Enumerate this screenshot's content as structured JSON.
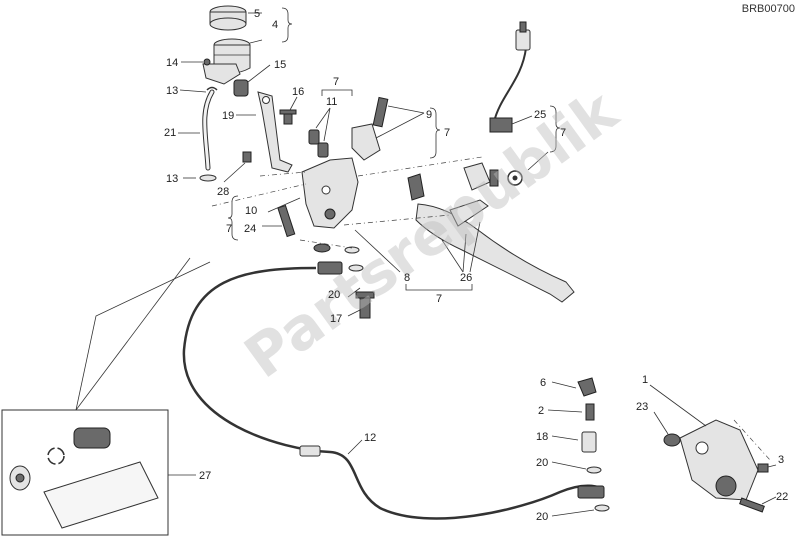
{
  "diagram": {
    "code": "BRB00700",
    "watermark": "Partsrepublik",
    "labels": [
      {
        "id": "lbl-5",
        "text": "5"
      },
      {
        "id": "lbl-4",
        "text": "4"
      },
      {
        "id": "lbl-14",
        "text": "14"
      },
      {
        "id": "lbl-15",
        "text": "15"
      },
      {
        "id": "lbl-13a",
        "text": "13"
      },
      {
        "id": "lbl-7a",
        "text": "7"
      },
      {
        "id": "lbl-11",
        "text": "11"
      },
      {
        "id": "lbl-16",
        "text": "16"
      },
      {
        "id": "lbl-19",
        "text": "19"
      },
      {
        "id": "lbl-9",
        "text": "9"
      },
      {
        "id": "lbl-7b",
        "text": "7"
      },
      {
        "id": "lbl-21",
        "text": "21"
      },
      {
        "id": "lbl-25",
        "text": "25"
      },
      {
        "id": "lbl-7c",
        "text": "7"
      },
      {
        "id": "lbl-13b",
        "text": "13"
      },
      {
        "id": "lbl-28",
        "text": "28"
      },
      {
        "id": "lbl-10",
        "text": "10"
      },
      {
        "id": "lbl-7d",
        "text": "7"
      },
      {
        "id": "lbl-24",
        "text": "24"
      },
      {
        "id": "lbl-8",
        "text": "8"
      },
      {
        "id": "lbl-26",
        "text": "26"
      },
      {
        "id": "lbl-7e",
        "text": "7"
      },
      {
        "id": "lbl-20a",
        "text": "20"
      },
      {
        "id": "lbl-17",
        "text": "17"
      },
      {
        "id": "lbl-6",
        "text": "6"
      },
      {
        "id": "lbl-1",
        "text": "1"
      },
      {
        "id": "lbl-2",
        "text": "2"
      },
      {
        "id": "lbl-23",
        "text": "23"
      },
      {
        "id": "lbl-12",
        "text": "12"
      },
      {
        "id": "lbl-18",
        "text": "18"
      },
      {
        "id": "lbl-3",
        "text": "3"
      },
      {
        "id": "lbl-20b",
        "text": "20"
      },
      {
        "id": "lbl-22",
        "text": "22"
      },
      {
        "id": "lbl-27",
        "text": "27"
      },
      {
        "id": "lbl-20c",
        "text": "20"
      }
    ]
  }
}
